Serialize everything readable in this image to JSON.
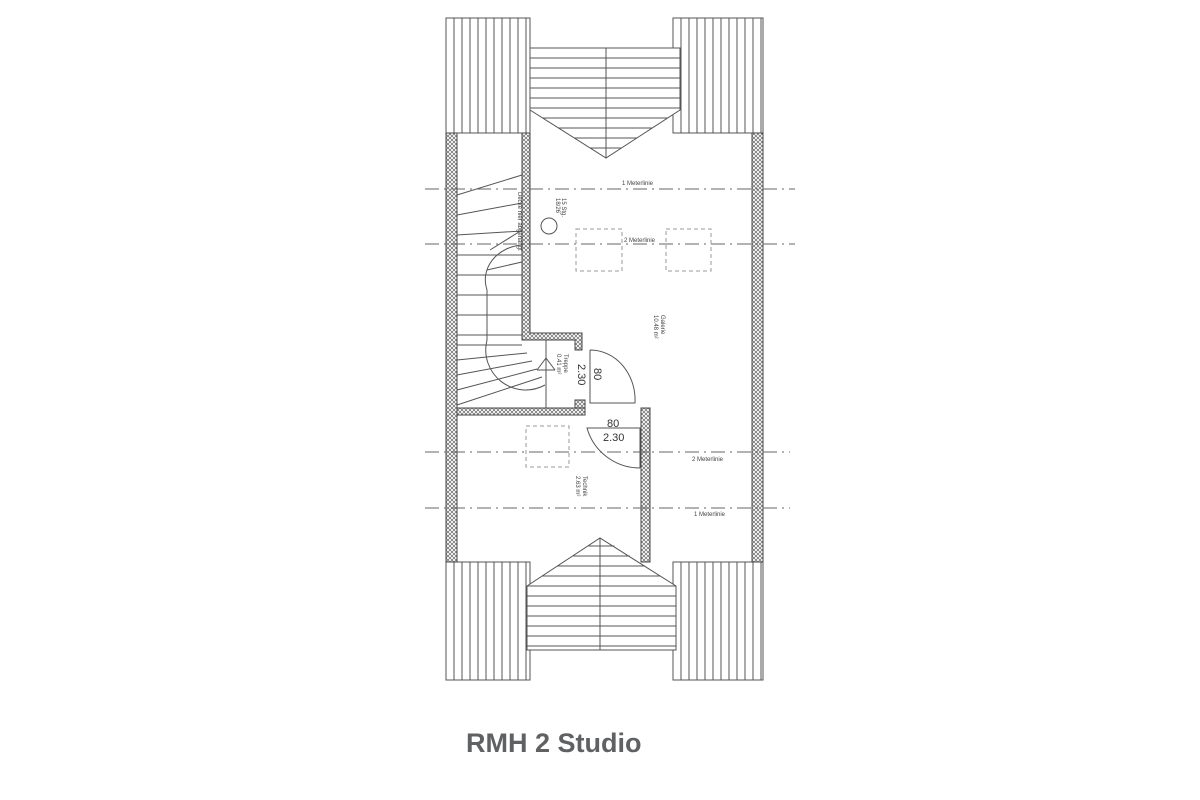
{
  "title": "RMH 2 Studio",
  "plan": {
    "meterlines": {
      "one": "1 Meterlinie",
      "two": "2 Meterlinie"
    },
    "stairs": {
      "steps": "15 Stg.",
      "ratio": "18/26",
      "note": "Decke hier abgehängt"
    },
    "rooms": [
      {
        "name": "Galerie",
        "area": "10.48 m²"
      },
      {
        "name": "Treppe",
        "area": "0.41 m²"
      },
      {
        "name": "Technik",
        "area": "2.63 m²"
      }
    ],
    "doors": [
      {
        "width": "80",
        "height": "2.30"
      },
      {
        "width": "80",
        "height": "2.30"
      }
    ]
  }
}
